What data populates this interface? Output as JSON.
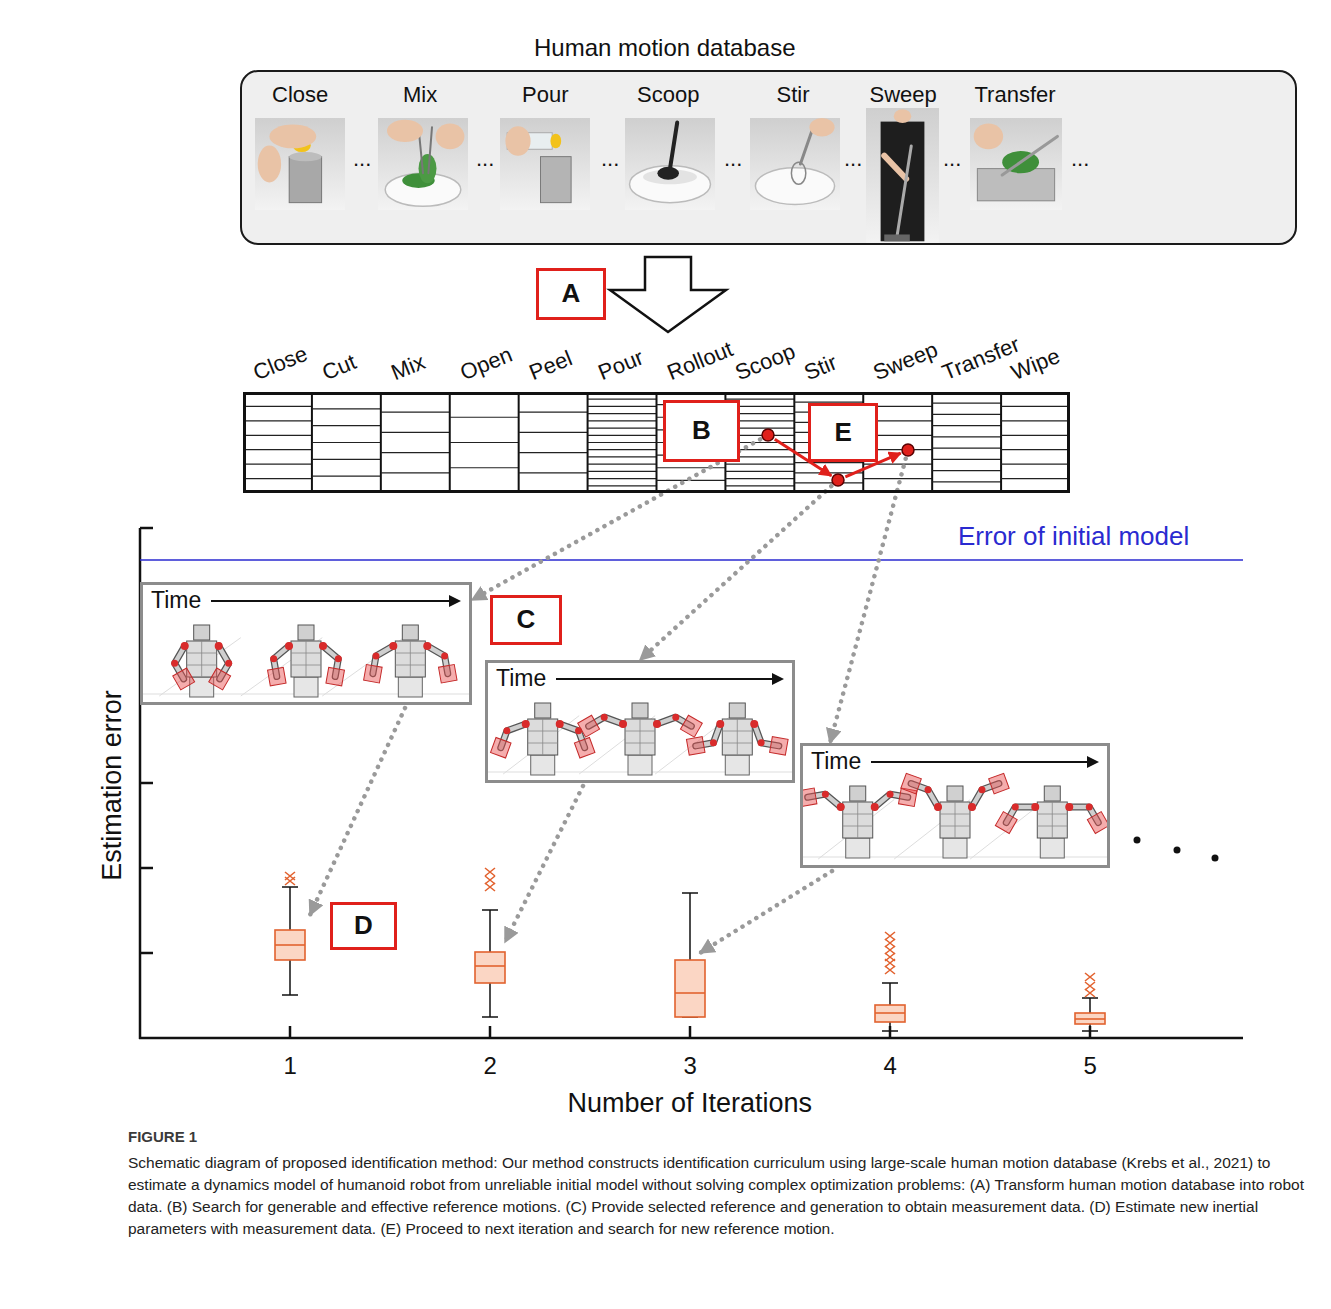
{
  "diagram": {
    "title": "FIGURE 1",
    "caption": "Schematic diagram of proposed identification method: Our method constructs identification curriculum using large-scale human motion database (Krebs et al., 2021) to estimate a dynamics model of humanoid robot from unreliable initial model without solving complex optimization problems: (A) Transform human motion database into robot data. (B) Search for generable and effective reference motions. (C) Provide selected reference and generation to obtain measurement data. (D) Estimate new inertial parameters with measurement data. (E) Proceed to next iteration and search for new reference motion.",
    "nodes": [
      {
        "text": [
          "Human motion database",
          "Close",
          "...",
          "Mix",
          "...",
          "Pour",
          "...",
          "Scoop",
          "...",
          "Stir",
          "...",
          "Sweep",
          "...",
          "Transfer",
          "..."
        ]
      },
      {
        "text": [
          "A"
        ]
      },
      {
        "text": [
          "Close",
          "Cut",
          "Mix",
          "Open",
          "Peel",
          "Pour",
          "Rollout",
          "Scoop",
          "Stir",
          "Sweep",
          "Transfer",
          "Wipe"
        ]
      },
      {
        "text": [
          "B"
        ],
        "in": 2
      },
      {
        "text": [
          "E"
        ],
        "in": 2
      },
      {
        "text": [
          "Time"
        ]
      },
      {
        "text": [
          "C"
        ]
      },
      {
        "text": [
          "Time"
        ]
      },
      {
        "text": [
          "Time"
        ]
      },
      {
        "text": [
          "D"
        ]
      }
    ],
    "edges": [
      {
        "from": 0,
        "to": 2,
        "arrow": "to"
      },
      {
        "from": 2,
        "to": 5,
        "arrow": "to"
      },
      {
        "from": 2,
        "to": 7,
        "arrow": "to"
      },
      {
        "from": 2,
        "to": 8,
        "arrow": "to"
      }
    ],
    "labels": [
      "Error of initial model",
      "Estimation error",
      "1",
      "2",
      "3",
      "4",
      "5",
      "Number of Iterations"
    ]
  }
}
